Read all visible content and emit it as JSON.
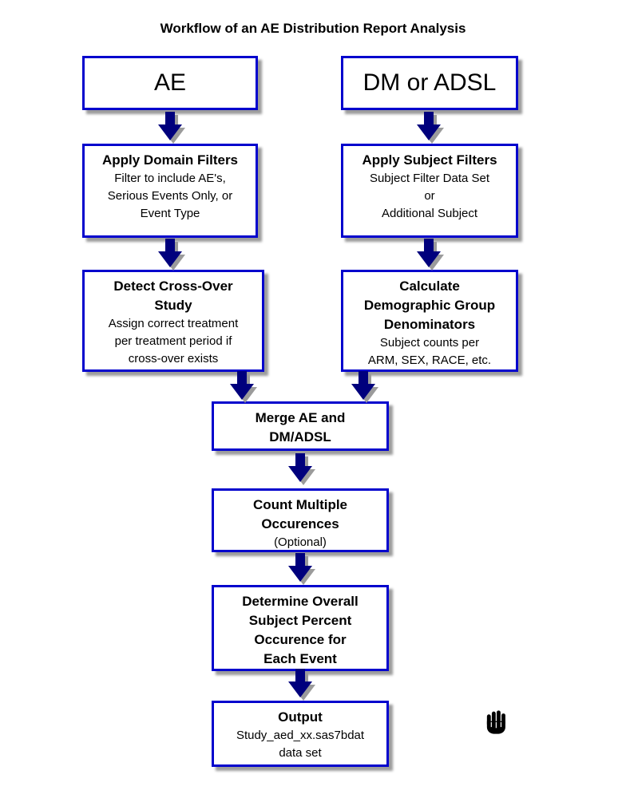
{
  "title": "Workflow of an AE Distribution Report Analysis",
  "colors": {
    "box_border": "#0202cd",
    "arrow_fill": "#00007d",
    "shadow": "#9b9b9b",
    "text": "#000000",
    "background": "#ffffff"
  },
  "nodes": {
    "ae": {
      "heading": "AE"
    },
    "dm_adsl": {
      "heading": "DM or ADSL"
    },
    "apply_domain_filters": {
      "heading": "Apply Domain Filters",
      "body": "Filter to include AE's,\nSerious Events Only, or\nEvent Type"
    },
    "apply_subject_filters": {
      "heading": "Apply Subject Filters",
      "body": "Subject Filter Data Set\nor\nAdditional Subject"
    },
    "detect_crossover": {
      "heading": "Detect Cross-Over\nStudy",
      "body": "Assign correct treatment\nper treatment period if\ncross-over exists"
    },
    "calc_denominators": {
      "heading": "Calculate\nDemographic Group\nDenominators",
      "body": "Subject counts per\nARM, SEX, RACE, etc."
    },
    "merge": {
      "heading": "Merge AE and\nDM/ADSL"
    },
    "count_multiple": {
      "heading": "Count Multiple\nOccurences",
      "body": "(Optional)"
    },
    "determine_percent": {
      "heading": "Determine Overall\nSubject Percent\nOccurence for\nEach Event"
    },
    "output": {
      "heading": "Output",
      "body": "Study_aed_xx.sas7bdat\ndata set"
    }
  },
  "icons": {
    "down_arrow": "down-arrow-icon",
    "hand_cursor": "hand-cursor-icon"
  }
}
